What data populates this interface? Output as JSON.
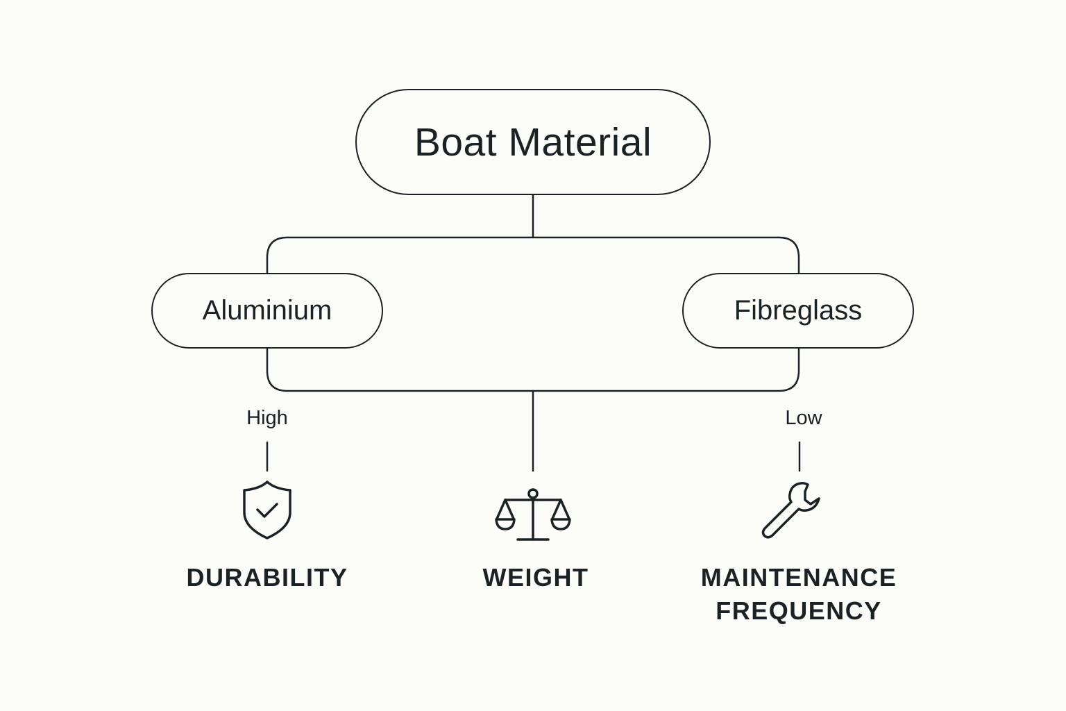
{
  "diagram": {
    "root": {
      "label": "Boat Material"
    },
    "materials": [
      {
        "label": "Aluminium"
      },
      {
        "label": "Fibreglass"
      }
    ],
    "attributes": [
      {
        "label": "DURABILITY",
        "level": "High",
        "icon": "shield-check-icon"
      },
      {
        "label": "WEIGHT",
        "level": "",
        "icon": "balance-scale-icon"
      },
      {
        "label_line1": "MAINTENANCE",
        "label_line2": "FREQUENCY",
        "level": "Low",
        "icon": "wrench-icon"
      }
    ]
  },
  "colors": {
    "background": "#fcfcf8",
    "stroke": "#1b2226"
  }
}
